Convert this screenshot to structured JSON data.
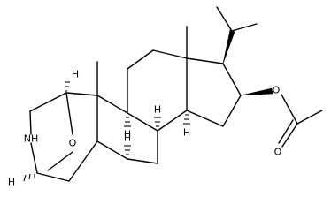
{
  "structure": {
    "atom_labels": {
      "hydrogen": "H",
      "nitrogen_h": "NH",
      "oxygen": "O"
    }
  }
}
